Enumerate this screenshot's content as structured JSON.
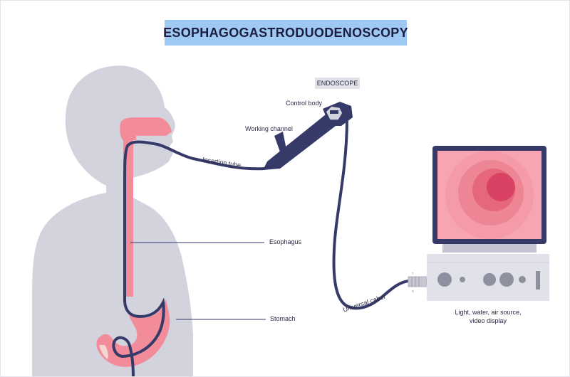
{
  "title": "ESOPHAGOGASTRODUODENOSCOPY",
  "device_tag": "ENDOSCOPE",
  "labels": {
    "control_body": "Control body",
    "working_channel": "Working channel",
    "insertion_tube": "Insertion tube",
    "esophagus": "Esophagus",
    "stomach": "Stomach",
    "universal_cable": "Universal cabel",
    "console_line1": "Light, water, air source,",
    "console_line2": "video display"
  },
  "colors": {
    "silhouette": "#d3d3de",
    "organ": "#f28c9a",
    "tube": "#363a69",
    "title_bg": "#9ec9f3",
    "tag_bg": "#e2e2ea",
    "screen_outer": "#f7a5b0",
    "screen_inner": "#d94262",
    "console": "#e1e1ea"
  }
}
